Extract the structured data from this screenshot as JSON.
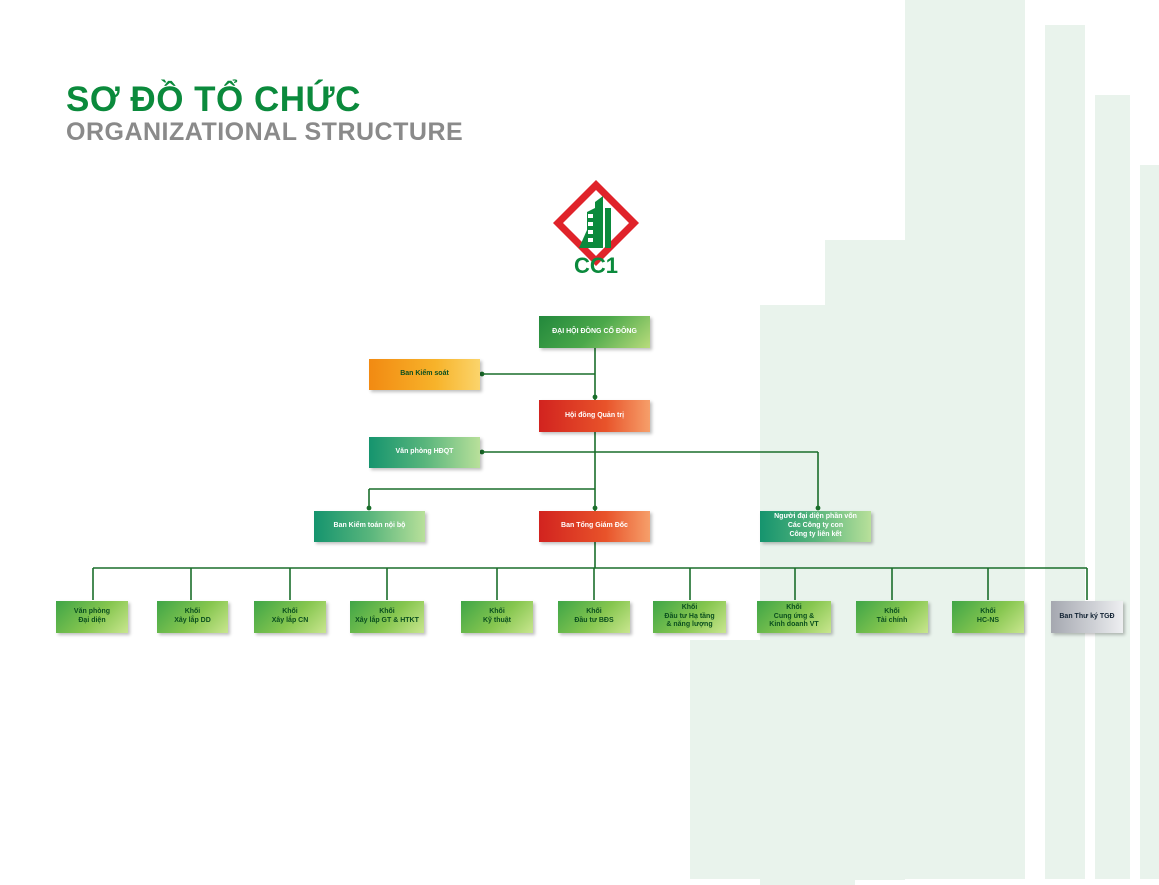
{
  "header": {
    "title_vi": "SƠ ĐỒ TỔ CHỨC",
    "title_en": "ORGANIZATIONAL STRUCTURE"
  },
  "logo": {
    "text": "CC1",
    "icon": "cc1-building-diamond-logo",
    "red": "#e0232a",
    "green": "#0b8a3c"
  },
  "chart": {
    "shareholders": "ĐẠI HỘI ĐỒNG CỔ ĐÔNG",
    "supervisory": "Ban Kiểm soát",
    "board": "Hội đồng Quản trị",
    "board_office": "Văn phòng HĐQT",
    "internal_audit": "Ban Kiểm toán nội bộ",
    "general_director": "Ban Tổng Giám Đốc",
    "capital_rep": "Người đại diện phần vốn\nCác Công ty con\nCông ty liên kết",
    "divisions": [
      "Văn phòng\nĐại diện",
      "Khối\nXây lắp DD",
      "Khối\nXây lắp CN",
      "Khối\nXây lắp GT & HTKT",
      "Khối\nKỹ thuật",
      "Khối\nĐầu tư BĐS",
      "Khối\nĐầu tư Hạ tầng\n& năng lượng",
      "Khối\nCung ứng &\nKinh doanh VT",
      "Khối\nTài chính",
      "Khối\nHC-NS",
      "Ban Thư ký TGĐ"
    ]
  },
  "colors": {
    "connector": "#1a6e2b",
    "brand_green": "#0b8a3c",
    "background_shape": "#e9f3ec"
  }
}
